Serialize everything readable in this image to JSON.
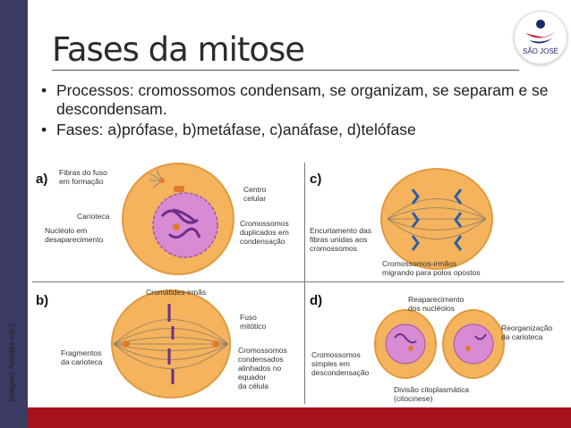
{
  "slide": {
    "title": "Fases da mitose",
    "credit": "Imagem: Amabis vol.1",
    "logo_text": "SÃO JOSÉ",
    "bullets": [
      "Processos: cromossomos condensam, se organizam, se separam e se descondensam.",
      "Fases: a)prófase, b)metáfase, c)anáfase, d)telófase"
    ]
  },
  "colors": {
    "sidebar": "#3b3a63",
    "bottom_bar": "#a5121c",
    "cell_fill": "#f2b25f",
    "nucleus_fill": "#d48ad0",
    "chromosome_blue": "#2a5fa6"
  },
  "panels": {
    "a": {
      "letter": "a)",
      "labels": [
        "Fibras do fuso",
        "em formação",
        "Centro",
        "celular",
        "Carioteca",
        "Nucléolo em",
        "desaparecimento",
        "Cromossomos",
        "duplicados em",
        "condensação"
      ]
    },
    "b": {
      "letter": "b)",
      "labels": [
        "Cromátides-irmãs",
        "Fuso",
        "mitótico",
        "Fragmentos",
        "da carioteca",
        "Cromossomos",
        "condensados",
        "alinhados no",
        "equador",
        "da célula"
      ]
    },
    "c": {
      "letter": "c)",
      "labels": [
        "Encurtamento das",
        "fibras unidas aos",
        "cromossomos",
        "Cromossomos-irmãos",
        "migrando para polos opostos"
      ]
    },
    "d": {
      "letter": "d)",
      "labels": [
        "Reaparecimento",
        "dos nucléolos",
        "Reorganização",
        "da carioteca",
        "Cromossomos",
        "simples em",
        "descondensação",
        "Divisão citoplasmática",
        "(citocinese)"
      ]
    }
  }
}
